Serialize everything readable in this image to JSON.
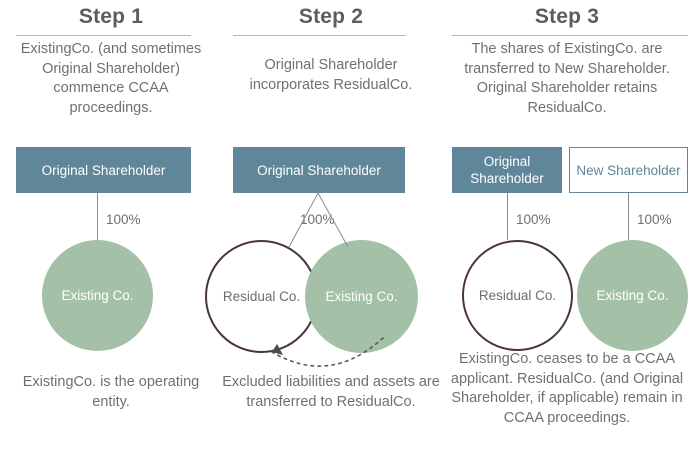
{
  "diagram": {
    "title_color": "#5d5d5d",
    "accent_teal": "#5f8699",
    "accent_green": "#a4c0a6",
    "accent_outline": "#4a3442",
    "columns": [
      {
        "id": "step-1",
        "title": "Step 1",
        "description": "ExistingCo. (and sometimes Original Shareholder) commence CCAA proceedings.",
        "boxes": [
          {
            "id": "original-shareholder",
            "label": "Original Shareholder",
            "style": "filled"
          }
        ],
        "edges": [
          {
            "id": "os-to-existing",
            "label": "100%"
          }
        ],
        "circles": [
          {
            "id": "existing-co",
            "label": "Existing Co.",
            "style": "green"
          }
        ],
        "caption": "ExistingCo. is the operating entity."
      },
      {
        "id": "step-2",
        "title": "Step 2",
        "description": "Original Shareholder incorporates ResidualCo.",
        "boxes": [
          {
            "id": "original-shareholder",
            "label": "Original Shareholder",
            "style": "filled"
          }
        ],
        "edges": [
          {
            "id": "os-to-both",
            "label": "100%"
          }
        ],
        "circles": [
          {
            "id": "residual-co",
            "label": "Residual Co.",
            "style": "outline"
          },
          {
            "id": "existing-co",
            "label": "Existing Co.",
            "style": "green"
          }
        ],
        "transfer_arrow": {
          "id": "assets-transfer-arrow",
          "style": "dotted-curved",
          "direction": "existing-to-residual"
        },
        "caption": "Excluded liabilities and assets are transferred to ResidualCo."
      },
      {
        "id": "step-3",
        "title": "Step 3",
        "description": "The shares of ExistingCo. are transferred to New Shareholder. Original Shareholder retains ResidualCo.",
        "boxes": [
          {
            "id": "original-shareholder",
            "label": "Original Shareholder",
            "style": "filled"
          },
          {
            "id": "new-shareholder",
            "label": "New Shareholder",
            "style": "outlined"
          }
        ],
        "edges": [
          {
            "id": "os-to-residual",
            "label": "100%"
          },
          {
            "id": "ns-to-existing",
            "label": "100%"
          }
        ],
        "circles": [
          {
            "id": "residual-co",
            "label": "Residual Co.",
            "style": "outline"
          },
          {
            "id": "existing-co",
            "label": "Existing Co.",
            "style": "green"
          }
        ],
        "caption": "ExistingCo. ceases to be a CCAA applicant. ResidualCo. (and Original Shareholder, if applicable) remain in CCAA proceedings."
      }
    ]
  }
}
